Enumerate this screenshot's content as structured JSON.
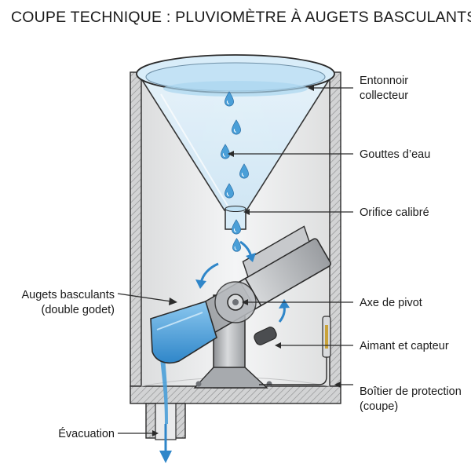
{
  "title": "COUPE TECHNIQUE : PLUVIOMÈTRE À AUGETS BASCULANTS",
  "labels": {
    "funnel_line1": "Entonnoir",
    "funnel_line2": "collecteur",
    "drops": "Gouttes d’eau",
    "orifice": "Orifice calibré",
    "pivot": "Axe de pivot",
    "sensor": "Aimant et capteur",
    "housing_line1": "Boîtier de protection",
    "housing_line2": "(coupe)",
    "buckets_line1": "Augets basculants",
    "buckets_line2": "(double godet)",
    "drain": "Évacuation"
  },
  "colors": {
    "water": "#4a9fd8",
    "water_light": "#bfe0f4",
    "metal": "#b9bcc0",
    "housing_wall": "#c9cacb",
    "housing_interior": "#f1f2f3",
    "outline": "#2b2b2b"
  },
  "icons": [
    "water-drop-icon",
    "curved-arrow-icon",
    "down-arrow-icon"
  ]
}
